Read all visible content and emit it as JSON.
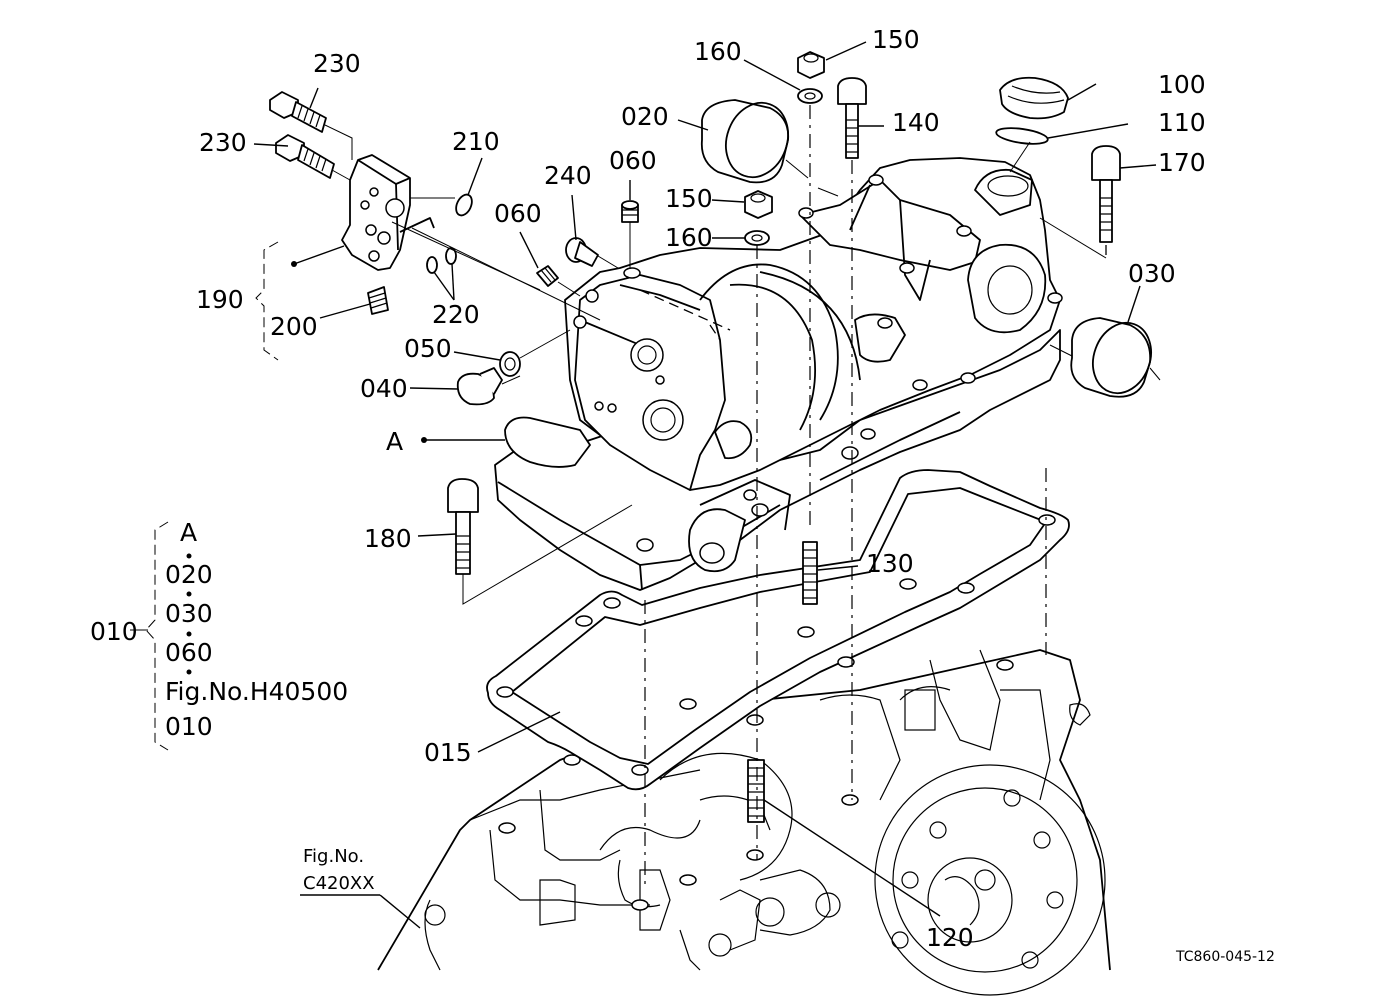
{
  "callouts": {
    "c230a": "230",
    "c230b": "230",
    "c210": "210",
    "c190": "190",
    "c200": "200",
    "c220": "220",
    "c240": "240",
    "c060a": "060",
    "c060b": "060",
    "c050": "050",
    "c040": "040",
    "cA": "A",
    "c160a": "160",
    "c150a": "150",
    "c020": "020",
    "c150b": "150",
    "c160b": "160",
    "c140": "140",
    "c100": "100",
    "c110": "110",
    "c170": "170",
    "c030": "030",
    "c180": "180",
    "c130": "130",
    "c015": "015",
    "c120": "120"
  },
  "assembly_note": {
    "label": "010",
    "lines": [
      "A",
      "020",
      "030",
      "060",
      "Fig.No.H40500",
      "010"
    ]
  },
  "figure_ref": {
    "line1": "Fig.No.",
    "line2": "C420XX"
  },
  "drawing_code": "TC860-045-12"
}
